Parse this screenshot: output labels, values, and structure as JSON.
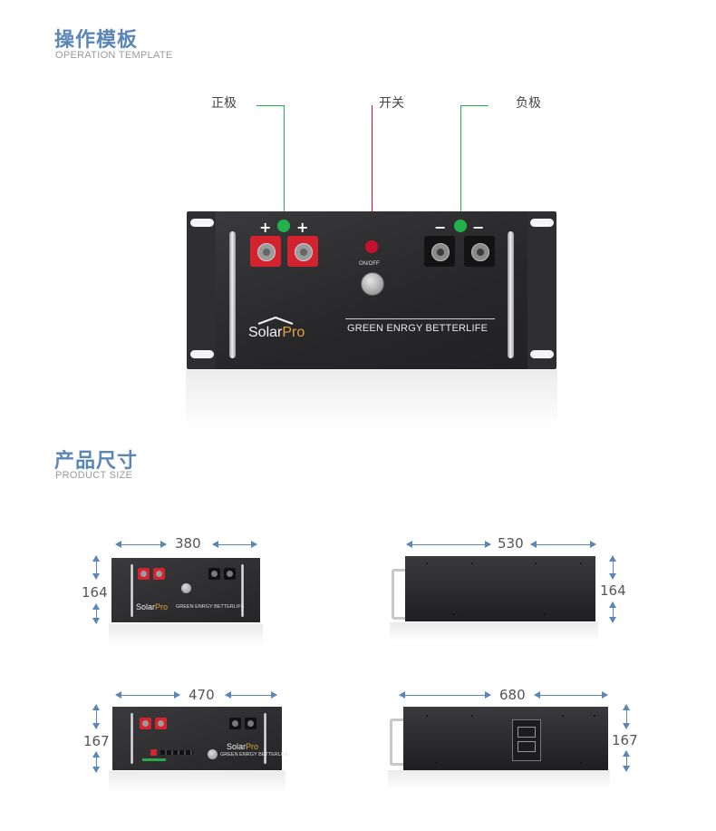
{
  "sections": {
    "operation": {
      "title": "操作模板",
      "subtitle": "OPERATION TEMPLATE"
    },
    "size": {
      "title": "产品尺寸",
      "subtitle": "PRODUCT SIZE"
    }
  },
  "callouts": {
    "positive": "正极",
    "switch": "开关",
    "negative": "负极"
  },
  "colors": {
    "accent": "#5b86b8",
    "positive_marker": "#22b24c",
    "switch_marker": "#c8102e",
    "terminal_red": "#d2232e",
    "brand_orange": "#e2a43a"
  },
  "battery": {
    "plus_sign": "+",
    "minus_sign": "−",
    "switch_label": "ON/OFF",
    "logo_solar": "Solar",
    "logo_pro": "Pro",
    "slogan": "GREEN ENRGY BETTERLIFE"
  },
  "dimensions": {
    "model_a_front_width": "380",
    "model_a_height": "164",
    "model_a_depth": "530",
    "model_a_side_height": "164",
    "model_b_front_width": "470",
    "model_b_height": "167",
    "model_b_depth": "680",
    "model_b_side_height": "167"
  }
}
